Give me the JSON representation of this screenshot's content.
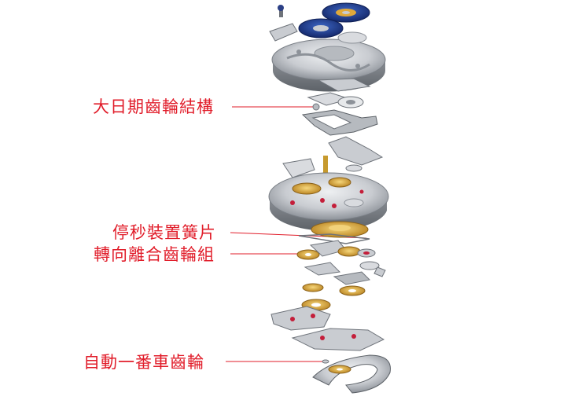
{
  "callouts": [
    {
      "text": "大日期齒輪結構"
    },
    {
      "text": "停秒裝置簧片"
    },
    {
      "text": "轉向離合齒輪組"
    },
    {
      "text": "自動一番車齒輪"
    }
  ],
  "colors": {
    "callout": "#e11d2a",
    "metal_light": "#d9dbdf",
    "metal_mid": "#a9adb3",
    "metal_dark": "#6e737a",
    "gold": "#e0a93a",
    "ruby": "#c41e3a",
    "dial_blue": "#1e3c8c"
  }
}
